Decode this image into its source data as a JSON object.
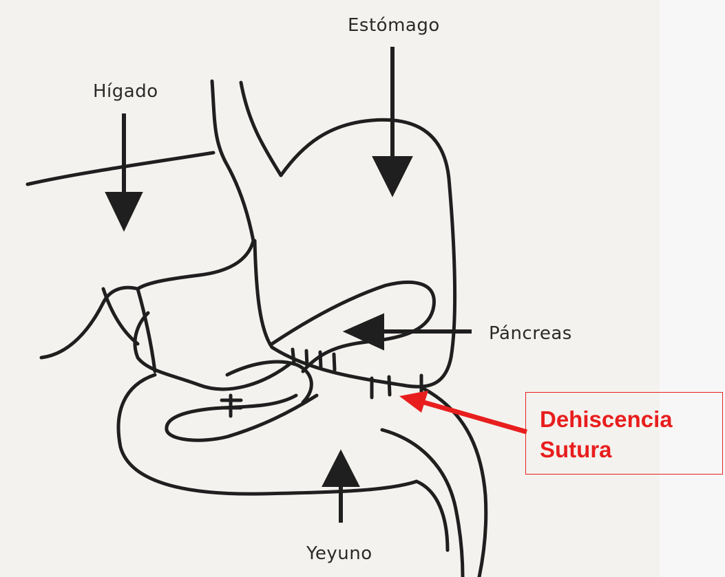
{
  "labels": {
    "estomago": "Estómago",
    "higado": "Hígado",
    "pancreas": "Páncreas",
    "yeyuno": "Yeyuno"
  },
  "callout": {
    "line1": "Dehiscencia",
    "line2": "Sutura"
  },
  "colors": {
    "callout": "#e81e1e",
    "ink": "#2a2a2a",
    "paper": "#f4f2ee"
  }
}
